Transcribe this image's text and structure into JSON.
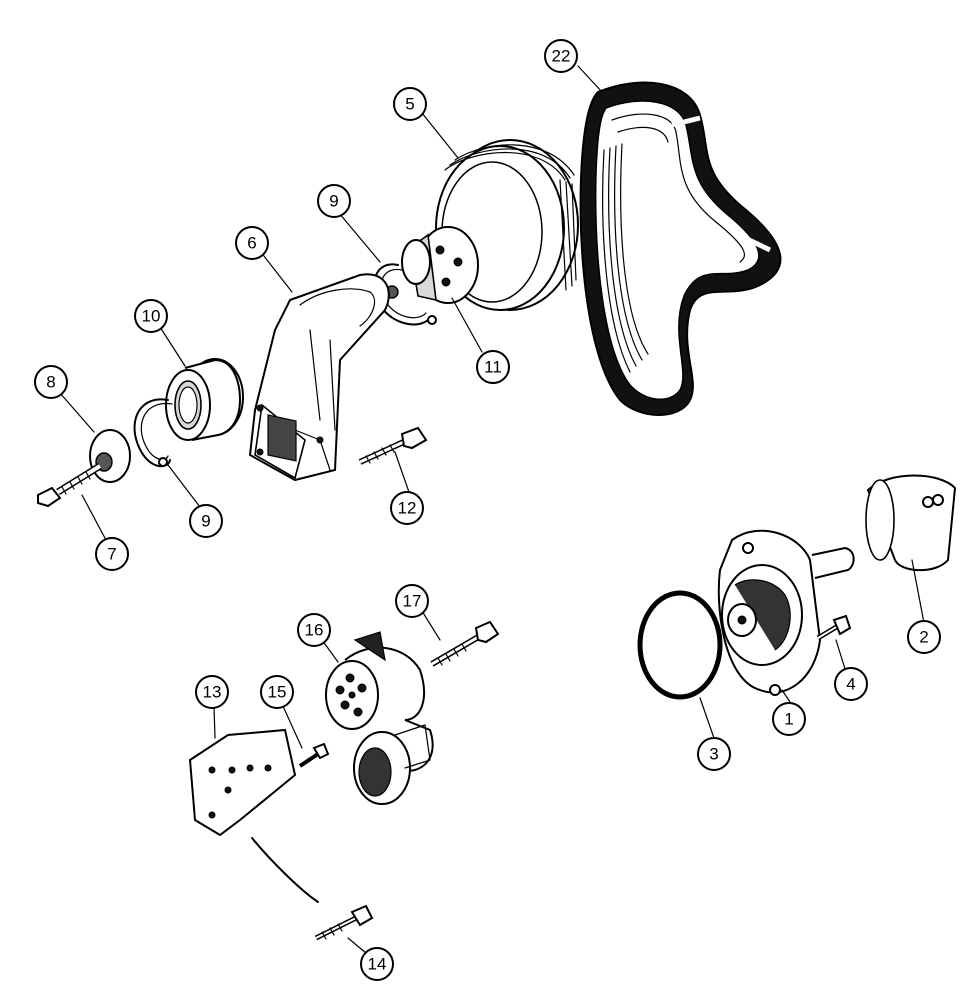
{
  "diagram": {
    "callouts": [
      {
        "id": "c22",
        "label": "22"
      },
      {
        "id": "c5",
        "label": "5"
      },
      {
        "id": "c9a",
        "label": "9"
      },
      {
        "id": "c6",
        "label": "6"
      },
      {
        "id": "c10",
        "label": "10"
      },
      {
        "id": "c11",
        "label": "11"
      },
      {
        "id": "c8",
        "label": "8"
      },
      {
        "id": "c12",
        "label": "12"
      },
      {
        "id": "c9b",
        "label": "9"
      },
      {
        "id": "c7",
        "label": "7"
      },
      {
        "id": "c2",
        "label": "2"
      },
      {
        "id": "c17",
        "label": "17"
      },
      {
        "id": "c16",
        "label": "16"
      },
      {
        "id": "c4",
        "label": "4"
      },
      {
        "id": "c13",
        "label": "13"
      },
      {
        "id": "c15",
        "label": "15"
      },
      {
        "id": "c1",
        "label": "1"
      },
      {
        "id": "c3",
        "label": "3"
      },
      {
        "id": "c14",
        "label": "14"
      }
    ]
  }
}
